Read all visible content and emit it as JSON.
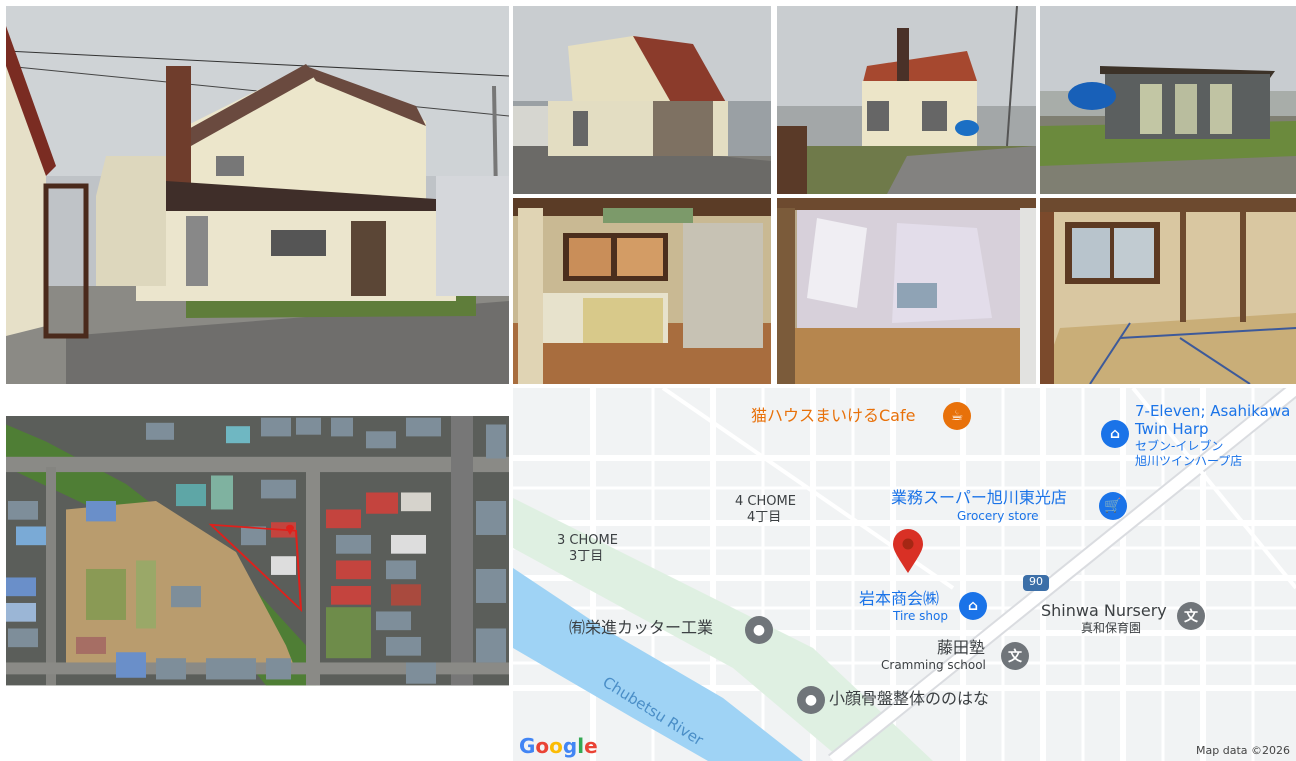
{
  "map": {
    "labels": {
      "cat_cafe": "猫ハウスまいけるCafe",
      "seven_eleven_en": "7-Eleven; Asahikawa",
      "seven_eleven_en2": "Twin Harp",
      "seven_eleven_jp": "セブン-イレブン",
      "seven_eleven_jp2": "旭川ツインハープ店",
      "gyomu_super": "業務スーパー旭川東光店",
      "grocery": "Grocery store",
      "chome4_en": "4 CHOME",
      "chome4_jp": "4丁目",
      "chome3_en": "3 CHOME",
      "chome3_jp": "3丁目",
      "iwamoto": "岩本商会㈱",
      "tire_shop": "Tire shop",
      "eishin": "㈲栄進カッター工業",
      "shinwa_en": "Shinwa Nursery",
      "shinwa_jp": "真和保育園",
      "fujita": "藤田塾",
      "cramming": "Cramming school",
      "kogao": "小顔骨盤整体ののはな",
      "river": "Chubetsu River",
      "route": "90"
    },
    "google_logo": "Google",
    "credit": "Map data ©2026"
  },
  "icons": {
    "cafe": "coffee-cup-icon",
    "shop": "shopping-bag-icon",
    "cart": "shopping-cart-icon",
    "school": "school-icon",
    "pin": "location-pin-icon",
    "place": "place-dot-icon"
  },
  "colors": {
    "cafe": "#e8710a",
    "shop": "#1a73e8",
    "pin": "#d93025",
    "river": "#9fd3f5",
    "boundary": "#e0201b"
  }
}
